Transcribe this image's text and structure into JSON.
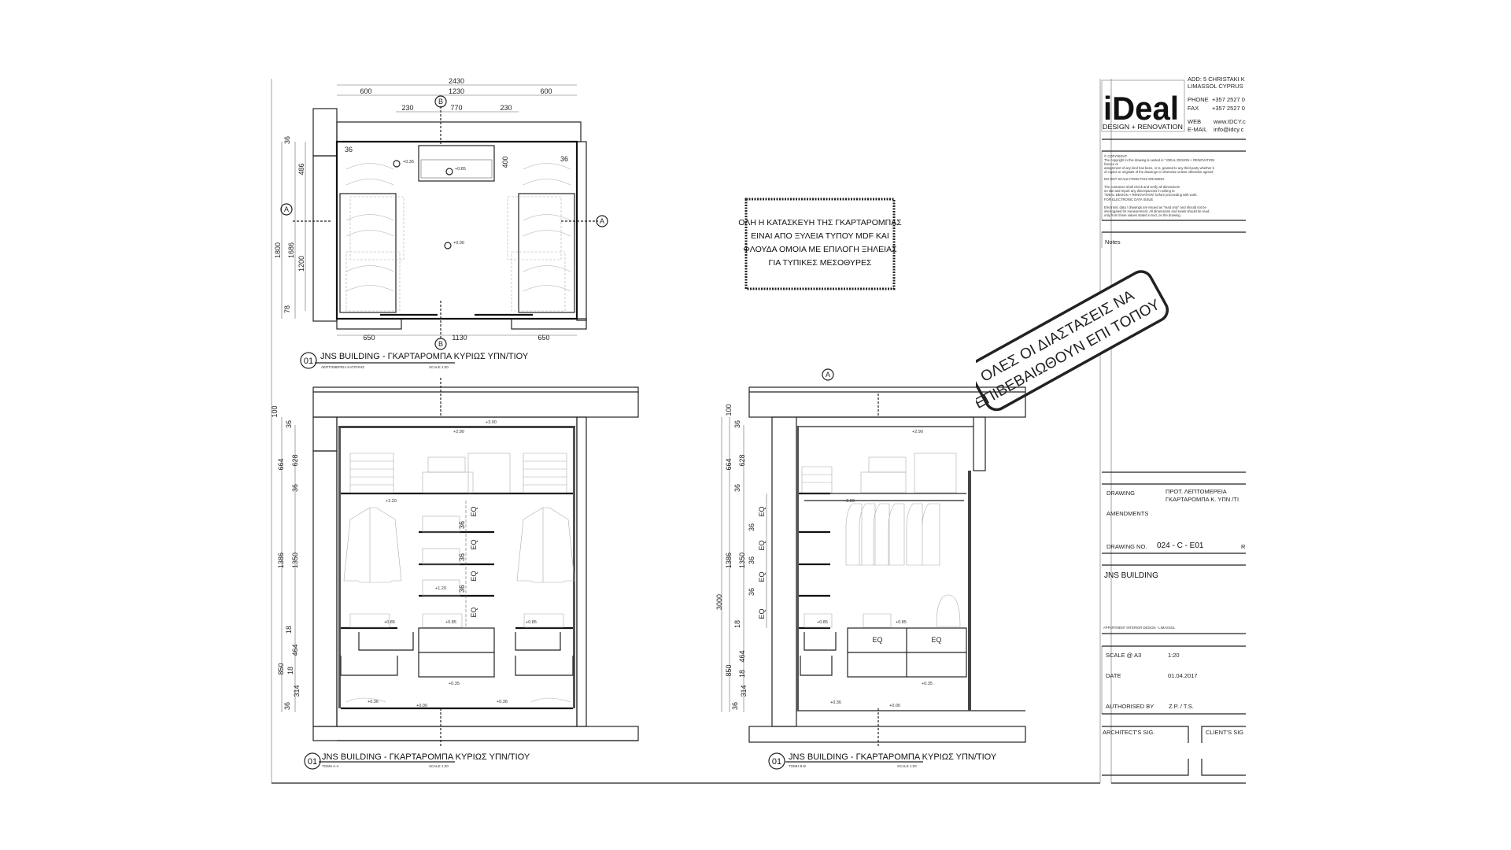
{
  "plan": {
    "number": "01",
    "title": "JNS BUILDING - ΓΚΑΡΤΑΡΟΜΠΑ ΚΥΡΙΩΣ ΥΠΝ/ΤΙΟΥ",
    "subtitle": "ΛΕΠΤΟΜΕΡΕΙΑ ΚΑΤΟΨΗΣ",
    "scale": "SCALE 1:20",
    "section_a": "A",
    "section_b": "B",
    "dims": {
      "overall": "2430",
      "top_left": "600",
      "top_mid": "1230",
      "top_right": "600",
      "sub_left": "230",
      "sub_mid": "770",
      "sub_right": "230",
      "d36a": "36",
      "d486": "486",
      "d1200": "1200",
      "d78": "78",
      "d1800": "1800",
      "d1686": "1686",
      "d36b": "36",
      "d36c": "36",
      "d400": "400",
      "bot_left": "650",
      "bot_mid": "1130",
      "bot_right": "650"
    },
    "levels": {
      "l1": "+0.36",
      "l2": "+0.85",
      "l3": "+0.00"
    }
  },
  "section_a": {
    "number": "01",
    "title": "JNS BUILDING - ΓΚΑΡΤΑΡΟΜΠΑ ΚΥΡΙΩΣ ΥΠΝ/ΤΙΟΥ",
    "subtitle": "ΤΟΜΗ Α-Α",
    "scale": "SCALE 1:20",
    "dims": {
      "d100": "100",
      "d36a": "36",
      "d664": "664",
      "d628": "628",
      "d36b": "36",
      "d1386": "1386",
      "d1350": "1350",
      "d18a": "18",
      "d464": "464",
      "d850": "850",
      "d18b": "18",
      "d314": "314",
      "d36c": "36",
      "s1": "36",
      "s2": "36",
      "s3": "36",
      "eq1": "EQ",
      "eq2": "EQ",
      "eq3": "EQ",
      "eq4": "EQ"
    },
    "levels": {
      "l300": "+3.00",
      "l290": "+2.90",
      "l220": "+2.20",
      "l120": "+1.20",
      "l085a": "+0.85",
      "l085b": "+0.85",
      "l085c": "+0.85",
      "l035": "+0.35",
      "l036a": "+0.36",
      "l036b": "+0.36",
      "l000": "+0.00"
    }
  },
  "section_b": {
    "number": "01",
    "title": "JNS BUILDING - ΓΚΑΡΤΑΡΟΜΠΑ ΚΥΡΙΩΣ ΥΠΝ/ΤΙΟΥ",
    "subtitle": "ΤΟΜΗ Β-Β",
    "scale": "SCALE 1:20",
    "marker": "A",
    "dims": {
      "d100": "100",
      "d3000": "3000",
      "d36a": "36",
      "d664": "664",
      "d628": "628",
      "d36b": "36",
      "d1386": "1386",
      "d1350": "1350",
      "d18a": "18",
      "d464": "464",
      "d850": "850",
      "d18b": "18",
      "d314": "314",
      "d36c": "36",
      "s1": "36",
      "s2": "36",
      "s3": "36",
      "eq1": "EQ",
      "eq2": "EQ",
      "eq3": "EQ",
      "eq4": "EQ",
      "eq5": "EQ",
      "eq6": "EQ"
    },
    "levels": {
      "l290": "+2.90",
      "l220": "+2.20",
      "l085a": "+0.85",
      "l085b": "+0.85",
      "l035": "+0.35",
      "l036": "+0.36",
      "l000": "+0.00"
    }
  },
  "note_box": {
    "lines": [
      "ΟΛΗ Η ΚΑΤΑΣΚΕΥΗ ΤΗΣ ΓΚΑΡΤΑΡΟΜΠΑΣ",
      "ΕΙΝΑΙ ΑΠΟ ΞΥΛΕΙΑ ΤΥΠΟΥ MDF  ΚΑΙ",
      "ΦΛΟΥΔΑ ΟΜΟΙΑ ΜΕ ΕΠΙΛΟΓΗ ΞΗΛΕΙΑΣ",
      "ΓΙΑ ΤΥΠΙΚΕΣ ΜΕΣΟΘΥΡΕΣ"
    ]
  },
  "stamp": {
    "lines": [
      "ΟΛΕΣ ΟΙ ΔΙΑΣΤΑΣΕΙΣ ΝΑ",
      "ΕΠΙΒΕΒΑΙΩΘΟΥΝ ΕΠΙ ΤΟΠΟΥ"
    ]
  },
  "title_block": {
    "logo_text": "iDeal",
    "logo_tagline": "DESIGN + RENOVATION",
    "address_1": "ADD: 5 CHRISTAKI K",
    "address_2": "LIMASSOL CYPRUS",
    "phone_label": "PHONE",
    "phone": "+357 2527 0",
    "fax_label": "FAX",
    "fax": "+357 2527 0",
    "web_label": "WEB",
    "web": "www.IDCY.c",
    "email_label": "E-MAIL",
    "email": "info@idcy.c",
    "copyright": [
      "© COPYRIGHT",
      "The copyright in this drawing is vested in \" IDEAL DESIGN + RENOVATION",
      "licence or",
      "assignment of any kind has been, or is, granted to any third party whether b",
      "of copies or originals of the drawings or otherwise unless otherwise agreed",
      "DO NOT SCALE FROM THIS DRAWING",
      "The contractor shall check and verify all dimensions",
      "on site and report any discrepancies in writing to",
      "\"IDEAL DESIGN + RENOVATION\" before proceeding with work.",
      "FOR ELECTRONIC DATA ISSUE",
      "Electronic data / drawings are issued as \"read only\" and should not be",
      "interrogated for measurement. All dimensions and levels should be read,",
      "only from those values stated in text, on the drawing."
    ],
    "notes_label": "Notes",
    "drawing_label": "DRAWING",
    "drawing_value_1": "ΠΡΟΤ.   ΛΕΠΤΟΜΕΡΕΙΑ",
    "drawing_value_2": "ΓΚΑΡΤΑΡΟΜΠΑ Κ. ΥΠΝ /ΤΙ",
    "amendments_label": "AMENDMENTS",
    "drawing_no_label": "DRAWING NO.",
    "drawing_no": "024 - C  - E01",
    "rev_label": "R",
    "project": "JNS BUILDING",
    "project_desc": "APPARTMENT INTERIOR DESIGN - LIMASSOL",
    "scale_label": "SCALE @ A3",
    "scale": "1:20",
    "date_label": "DATE",
    "date": "01.04.2017",
    "authorised_label": "AUTHORISED BY",
    "authorised": "Z.P. / T.S.",
    "architect_sig": "ARCHITECT'S SIG.",
    "client_sig": "CLIENT'S SIG"
  }
}
